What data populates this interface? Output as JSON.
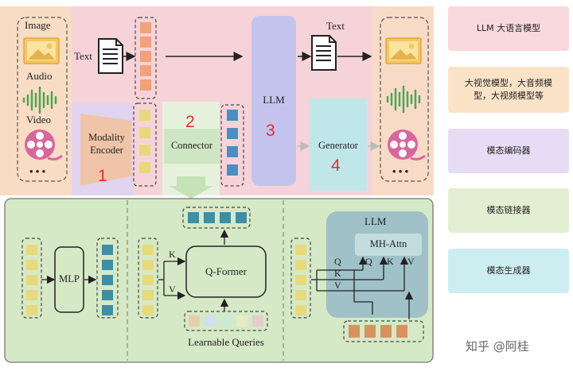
{
  "top": {
    "inputs": {
      "image": "Image",
      "audio": "Audio",
      "video": "Video",
      "more": "• • •"
    },
    "text_input": "Text",
    "text_output": "Text",
    "modality_encoder": "Modality\nEncoder",
    "connector": "Connector",
    "llm": "LLM",
    "generator": "Generator",
    "numbers": [
      "1",
      "2",
      "3",
      "4"
    ]
  },
  "bottom": {
    "mlp": "MLP",
    "qformer": "Q-Former",
    "learnable_queries": "Learnable Queries",
    "llm": "LLM",
    "mh_attn": "MH-Attn",
    "k": "K",
    "v": "V",
    "q": "Q"
  },
  "legend": [
    {
      "text": "LLM 大语言模型",
      "color": "#f9d9dd"
    },
    {
      "text": "大视觉模型，大音频模\n型，大视频模型等",
      "color": "#fbe3c7"
    },
    {
      "text": "模态编码器",
      "color": "#e6dcf5"
    },
    {
      "text": "模态链接器",
      "color": "#e3efd3"
    },
    {
      "text": "模态生成器",
      "color": "#cdeef0"
    }
  ],
  "watermark": "知乎 @阿桂",
  "colors": {
    "top_bg": "#f6d3d8",
    "left_bg": "#f8dcc4",
    "encoder": "#e1d4f0",
    "connector": "#cfe6c4",
    "llm": "#c4c3ee",
    "generator": "#bfe7ea",
    "bottom_bg": "#d6e9c6",
    "token_orange": "#f1a27c",
    "token_yellow": "#e8da7a",
    "token_blue": "#4a8fc1",
    "token_teal": "#3e8fa3",
    "red": "#e03030"
  }
}
